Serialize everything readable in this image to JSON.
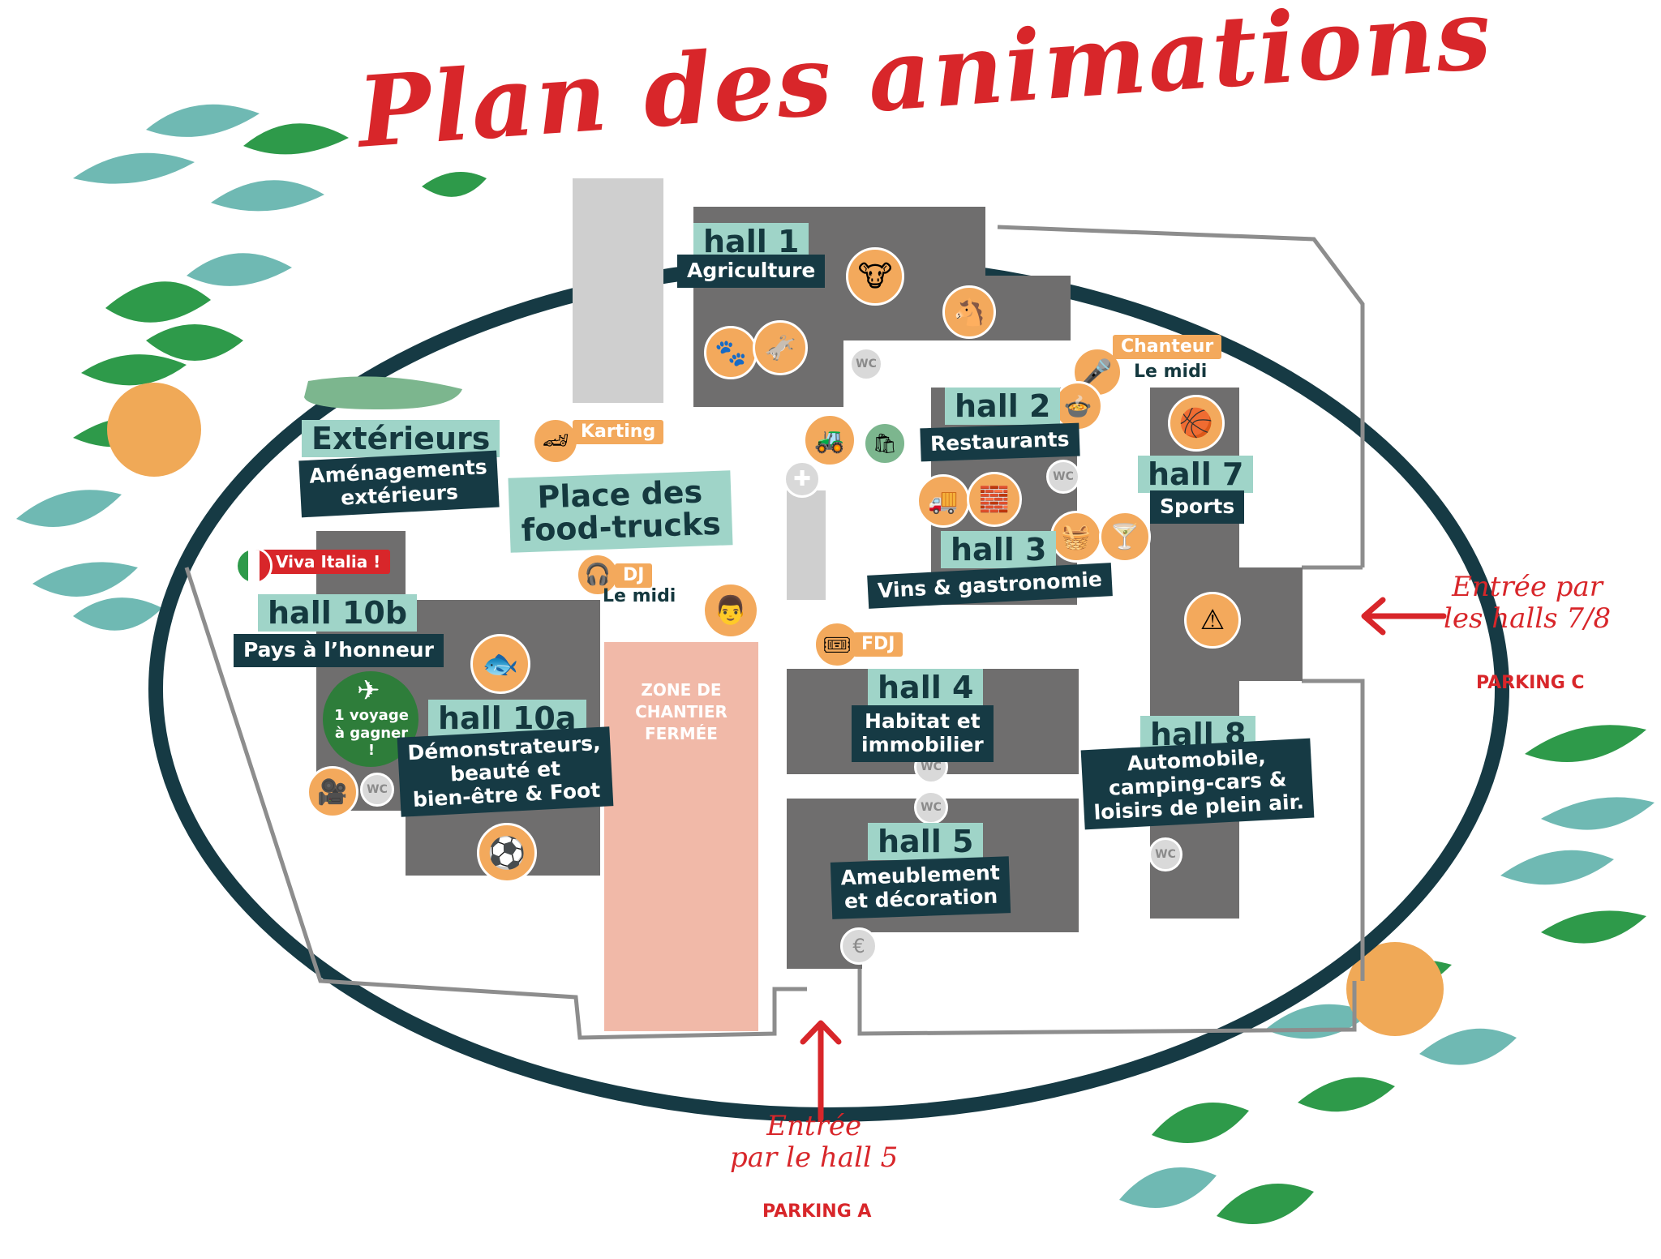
{
  "title": "Plan des animations",
  "colors": {
    "title_red": "#d8262a",
    "frame": "#163a44",
    "hall_grey": "#6f6e6e",
    "label_teal": "#9fd4c8",
    "label_dark": "#163a44",
    "icon_orange": "#f3a95c",
    "closed_zone": "#f1b9a8",
    "leaf_green": "#2e9a4a",
    "leaf_teal": "#6fb9b3",
    "lemon": "#f0a957"
  },
  "halls": [
    {
      "id": "hall1",
      "name": "hall 1",
      "theme": "Agriculture"
    },
    {
      "id": "hall2",
      "name": "hall 2",
      "theme": "Restaurants"
    },
    {
      "id": "hall3",
      "name": "hall 3",
      "theme": "Vins & gastronomie"
    },
    {
      "id": "hall4",
      "name": "hall 4",
      "theme_lines": [
        "Habitat et",
        "immobilier"
      ]
    },
    {
      "id": "hall5",
      "name": "hall 5",
      "theme_lines": [
        "Ameublement",
        "et décoration"
      ]
    },
    {
      "id": "hall7",
      "name": "hall 7",
      "theme": "Sports"
    },
    {
      "id": "hall8",
      "name": "hall 8",
      "theme_lines": [
        "Automobile,",
        "camping-cars &",
        "loisirs de plein air."
      ]
    },
    {
      "id": "hall10a",
      "name": "hall 10a",
      "theme_lines": [
        "Démonstrateurs,",
        "beauté et",
        "bien-être & Foot"
      ]
    },
    {
      "id": "hall10b",
      "name": "hall 10b",
      "theme": "Pays à l’honneur"
    }
  ],
  "areas": {
    "exterieurs": {
      "name": "Extérieurs",
      "theme_lines": [
        "Aménagements",
        "extérieurs"
      ]
    },
    "foodtrucks": {
      "lines": [
        "Place des",
        "food-trucks"
      ]
    },
    "closed_zone": {
      "lines": [
        "ZONE DE",
        "CHANTIER",
        "FERMÉE"
      ]
    }
  },
  "tags": {
    "karting": "Karting",
    "chanteur": "Chanteur",
    "chanteur_time": "Le midi",
    "dj": "DJ",
    "dj_time": "Le midi",
    "fdj": "FDJ",
    "viva_italia": "Viva Italia !",
    "prize_lines": [
      "1 voyage",
      "à gagner !"
    ]
  },
  "wc_label": "WC",
  "entrances": {
    "east": {
      "lines": [
        "Entrée par",
        "les halls 7/8"
      ],
      "parking": "PARKING C"
    },
    "south": {
      "lines": [
        "Entrée",
        "par le hall 5"
      ],
      "parking": "PARKING A"
    }
  },
  "icons": [
    "cow-icon",
    "horse-icon",
    "paw-icon",
    "donkey-icon",
    "microphone-icon",
    "food-plate-icon",
    "karting-icon",
    "tractor-icon",
    "first-aid-icon",
    "shop-icon",
    "truck-icon",
    "lego-icon",
    "basket-icon",
    "cocktail-icon",
    "basketball-icon",
    "warning-icon",
    "headphones-icon",
    "chef-icon",
    "ticket-icon",
    "fish-icon",
    "airplane-icon",
    "camera-icon",
    "football-icon",
    "euro-icon",
    "italy-flag-icon"
  ]
}
